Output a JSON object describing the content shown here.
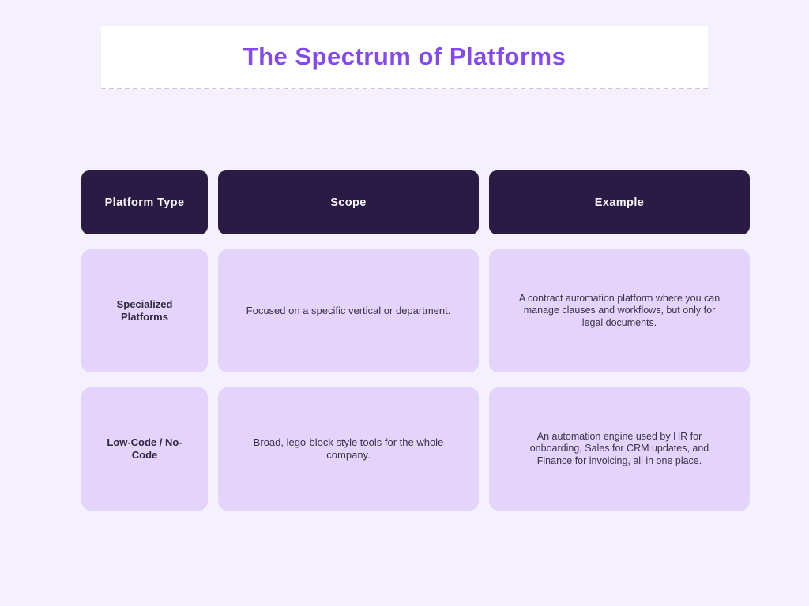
{
  "colors": {
    "page_background": "#f5f1fc",
    "title_accent": "#8348f4",
    "header_cell_background": "#2a1b45",
    "body_cell_background": "#e4d3fa"
  },
  "slide": {
    "title": "The Spectrum of Platforms"
  },
  "table": {
    "headers": [
      "Platform Type",
      "Scope",
      "Example"
    ],
    "rows": [
      {
        "platform_type": "Specialized Platforms",
        "scope": "Focused on a specific vertical or department.",
        "example": "A contract automation platform where you can manage clauses and workflows, but only for legal documents."
      },
      {
        "platform_type": "Low-Code / No-Code",
        "scope": "Broad, lego-block style tools for the whole company.",
        "example": "An automation engine used by HR for onboarding, Sales for CRM updates, and Finance for invoicing, all in one place."
      }
    ]
  }
}
